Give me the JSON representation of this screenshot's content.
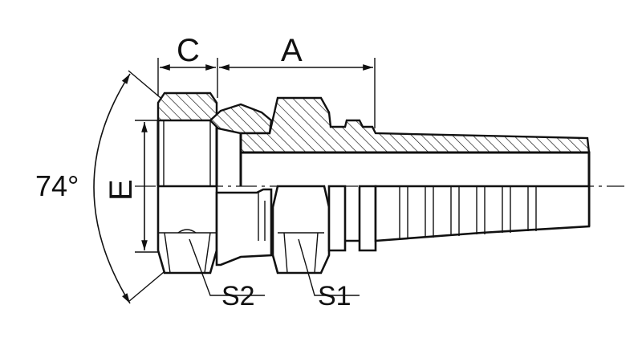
{
  "labels": {
    "dim_c": "C",
    "dim_a": "A",
    "dim_e": "E",
    "angle": "74°",
    "hex_s2": "S2",
    "hex_s1": "S1"
  }
}
